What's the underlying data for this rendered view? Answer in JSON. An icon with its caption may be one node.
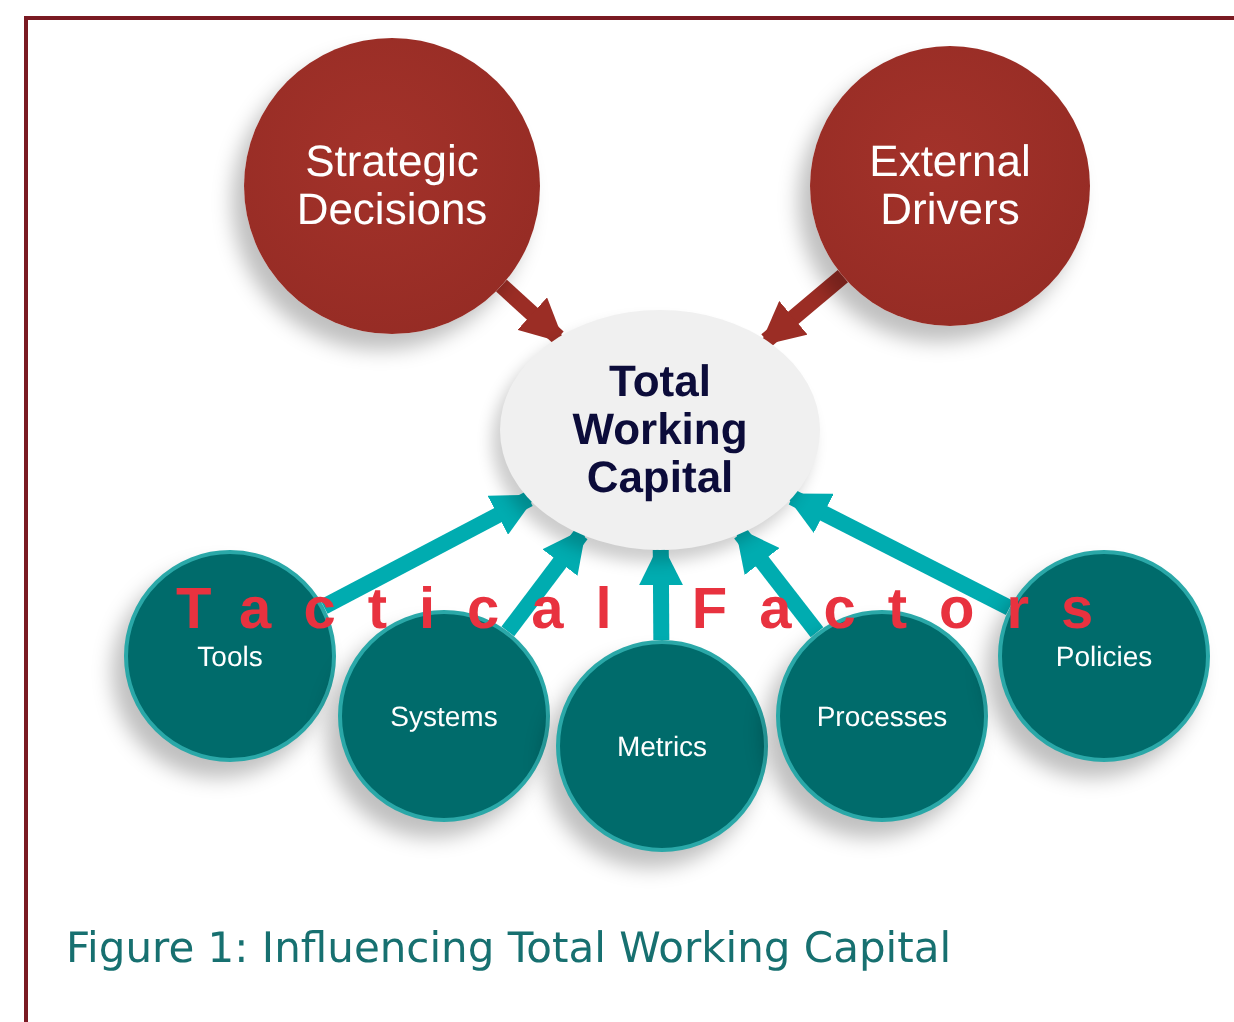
{
  "diagram": {
    "caption": "Figure 1: Influencing Total Working Capital",
    "nodes": [
      {
        "text": [
          "Strategic Decisions"
        ]
      },
      {
        "text": [
          "External Drivers"
        ]
      },
      {
        "text": [
          "Total Working Capital"
        ]
      },
      {
        "text": [
          "Tools"
        ]
      },
      {
        "text": [
          "Systems"
        ]
      },
      {
        "text": [
          "Metrics"
        ]
      },
      {
        "text": [
          "Processes"
        ]
      },
      {
        "text": [
          "Policies"
        ]
      }
    ],
    "edges": [
      {
        "from": 0,
        "to": 2,
        "arrow": "to",
        "color": "#9b2d25"
      },
      {
        "from": 1,
        "to": 2,
        "arrow": "to",
        "color": "#9b2d25"
      },
      {
        "from": 3,
        "to": 2,
        "arrow": "to"
      },
      {
        "from": 4,
        "to": 2,
        "arrow": "to"
      },
      {
        "from": 5,
        "to": 2,
        "arrow": "to"
      },
      {
        "from": 6,
        "to": 2,
        "arrow": "to"
      },
      {
        "from": 7,
        "to": 2,
        "arrow": "to"
      }
    ],
    "labels": [
      "Tactical Factors"
    ]
  }
}
